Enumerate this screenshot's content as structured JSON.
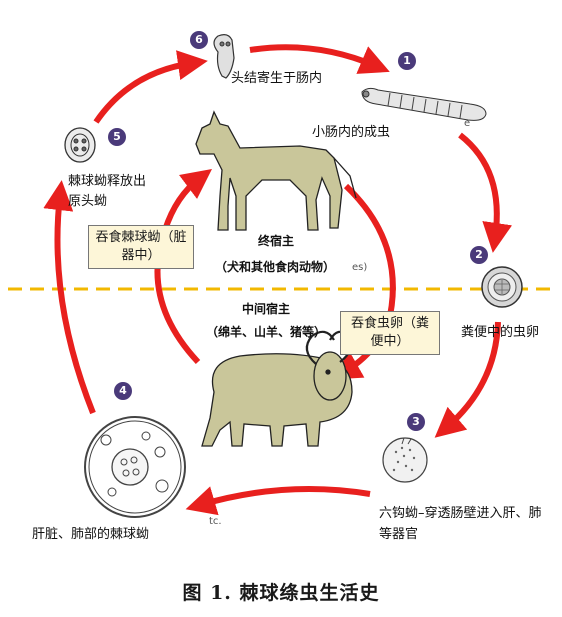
{
  "steps": [
    {
      "num": "1",
      "label": "小肠内的成虫"
    },
    {
      "num": "2",
      "label": "粪便中的虫卵"
    },
    {
      "num": "3",
      "label": "六钩蚴–穿透肠壁进入肝、肺等器官"
    },
    {
      "num": "4",
      "label": "肝脏、肺部的棘球蚴"
    },
    {
      "num": "5",
      "label": "棘球蚴释放出原头蚴"
    },
    {
      "num": "6",
      "label": "头结寄生于肠内"
    }
  ],
  "hosts": {
    "definitive": {
      "title": "终宿主",
      "desc": "（犬和其他食肉动物）"
    },
    "intermediate": {
      "title": "中间宿主",
      "desc": "（绵羊、山羊、猪等）"
    }
  },
  "boxes": {
    "eat_cyst": "吞食棘球蚴（脏器中）",
    "eat_egg": "吞食虫卵（粪便中）"
  },
  "fragments": {
    "frag1": "es)",
    "frag2": "tc.",
    "frag3": "e"
  },
  "caption": "图 1.  棘球绦虫生活史",
  "colors": {
    "arrow": "#e8201e",
    "divider": "#f2b800",
    "badge": "#4a3a7a",
    "box_fill": "#fdf6d8",
    "animal_fill": "#c9c69a"
  },
  "icons": [
    "dog-icon",
    "sheep-icon",
    "adult-worm-icon",
    "egg-icon",
    "oncosphere-icon",
    "hydatid-cyst-icon",
    "protoscolex-icon",
    "scolex-icon"
  ]
}
